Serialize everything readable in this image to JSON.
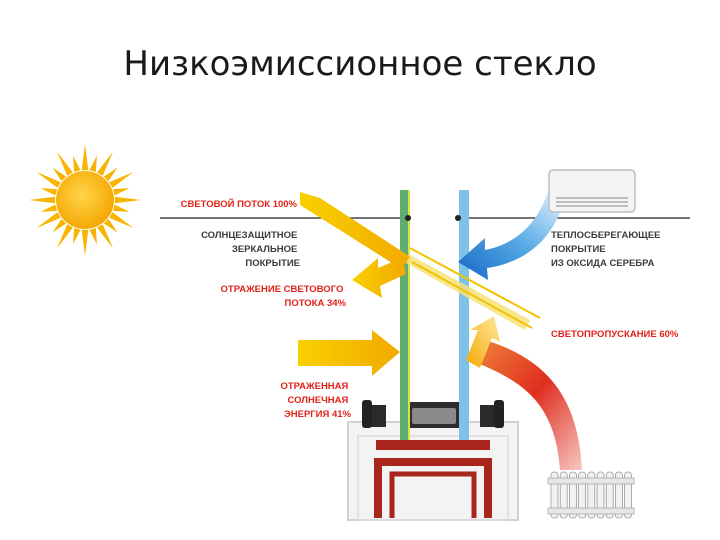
{
  "title": "Низкоэмиссионное стекло",
  "colors": {
    "red_text": "#e2231a",
    "gray_text": "#3c3c3c",
    "sun": "#f7b500",
    "arrow_yellow": "#f5c400",
    "arrow_blue": "#1e7fd0",
    "arrow_red": "#d81f1f",
    "glass_green": "#5fae6e",
    "glass_blue": "#7fc2e8",
    "frame_red": "#a8261c"
  },
  "labels": {
    "light_flow": "СВЕТОВОЙ ПОТОК 100%",
    "sun_coating": [
      "СОЛНЦЕЗАЩИТНОЕ",
      "ЗЕРКАЛЬНОЕ",
      "ПОКРЫТИЕ"
    ],
    "light_reflection": [
      "ОТРАЖЕНИЕ СВЕТОВОГО",
      "ПОТОКА 34%"
    ],
    "reflected_energy": [
      "ОТРАЖЕННАЯ",
      "СОЛНЕЧНАЯ",
      "ЭНЕРГИЯ 41%"
    ],
    "heat_coating": [
      "ТЕПЛОСБЕРЕГАЮЩЕЕ",
      "ПОКРЫТИЕ",
      "ИЗ ОКСИДА СЕРЕБРА"
    ],
    "light_transmission": "СВЕТОПРОПУСКАНИЕ 60%"
  },
  "icons": {
    "sun": "sun-icon",
    "air_conditioner": "air-conditioner-icon",
    "radiator": "radiator-icon"
  }
}
